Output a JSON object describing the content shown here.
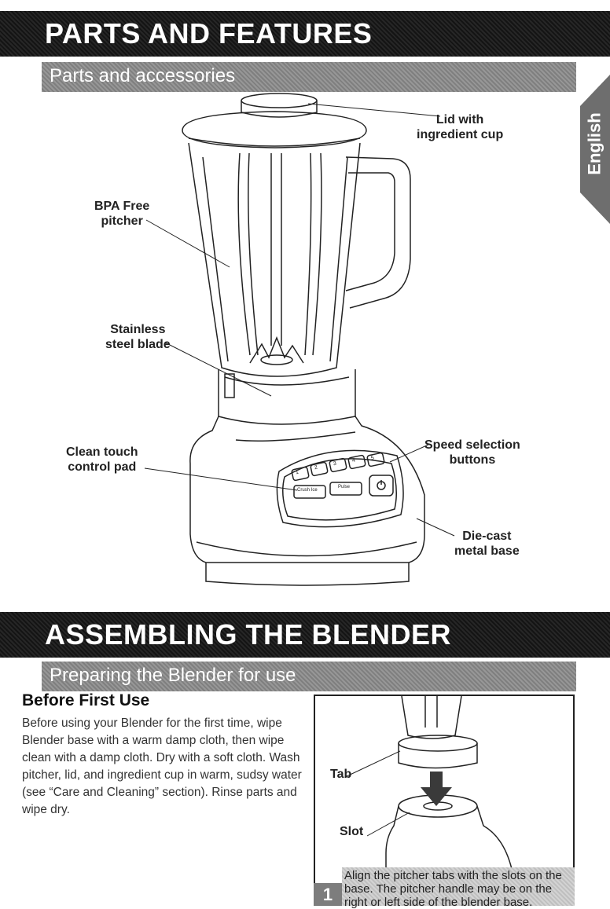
{
  "section1": {
    "title": "PARTS AND FEATURES",
    "subtitle": "Parts and accessories"
  },
  "language_tab": "English",
  "callouts": {
    "lid": [
      "Lid with",
      "ingredient cup"
    ],
    "pitcher": [
      "BPA Free",
      "pitcher"
    ],
    "blade": [
      "Stainless",
      "steel blade"
    ],
    "control_pad": [
      "Clean touch",
      "control pad"
    ],
    "speed": [
      "Speed selection",
      "buttons"
    ],
    "base": [
      "Die-cast",
      "metal base"
    ]
  },
  "control_panel": {
    "speed_buttons": [
      "1",
      "2",
      "3",
      "4",
      "5"
    ],
    "function_buttons": [
      "Crush Ice",
      "Pulse"
    ],
    "power_icon": "power-icon"
  },
  "section2": {
    "title": "ASSEMBLING THE BLENDER",
    "subtitle": "Preparing the Blender for use"
  },
  "before_first_use": {
    "heading": "Before First Use",
    "text": "Before using your Blender for the first time, wipe Blender base with a warm damp cloth, then wipe clean with a damp cloth. Dry with a soft cloth. Wash pitcher, lid, and ingredient cup in warm, sudsy water (see “Care and Cleaning” section). Rinse parts and wipe dry."
  },
  "figure": {
    "tab_label": "Tab",
    "slot_label": "Slot"
  },
  "step": {
    "number": "1",
    "text": "Align the pitcher tabs with the slots on the base. The pitcher handle may be on the right or left side of the blender base."
  }
}
